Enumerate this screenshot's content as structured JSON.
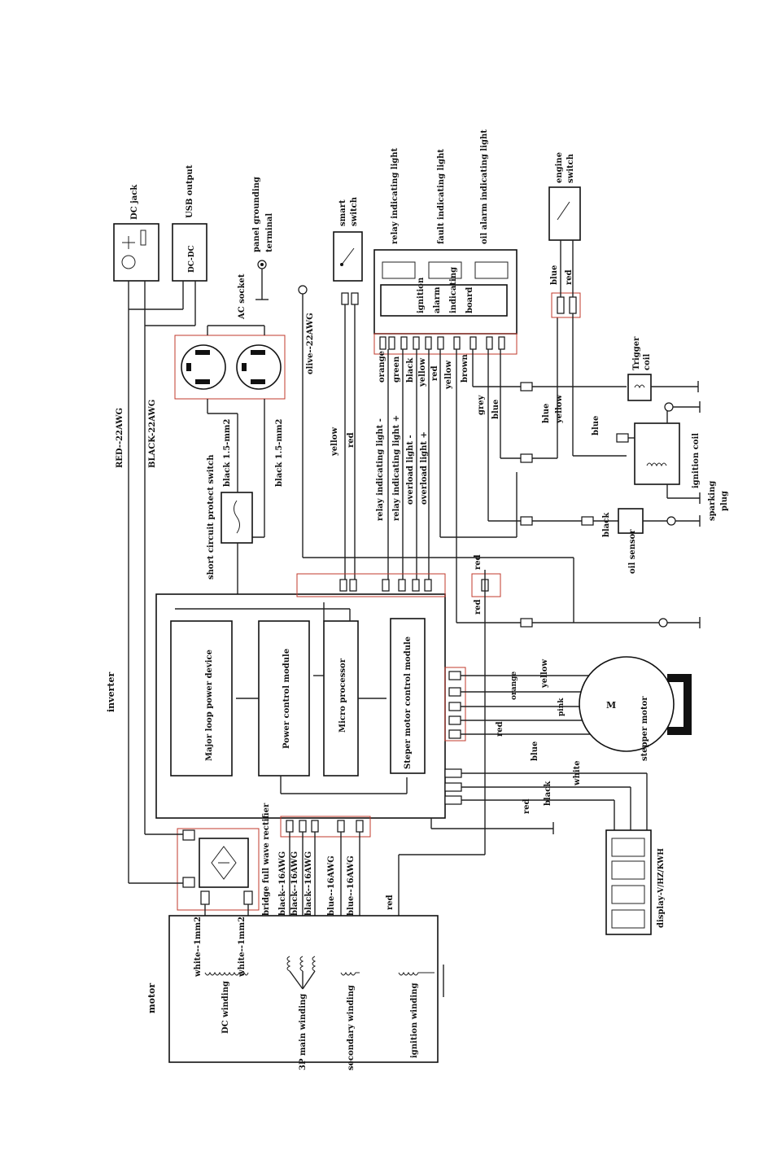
{
  "labels": {
    "dc_jack": "DC jack",
    "usb_output": "USB output",
    "dc_dc": "DC-DC",
    "panel_grounding": "panel grounding",
    "terminal": "terminal",
    "ac_socket": "AC socket",
    "smart": "smart",
    "switch": "switch",
    "relay_light": "relay indicating light",
    "fault_light": "fault indicating light",
    "oil_alarm_light": "oil alarm indicating light",
    "engine": "engine",
    "engine_switch": "switch",
    "ignition": "ignition",
    "alarm": "alarm",
    "indicating": "indicating",
    "board": "board",
    "red_22": "RED--22AWG",
    "black_22": "BLACK-22AWG",
    "olive_22": "olive--22AWG",
    "black_15a": "black 1.5-mm2",
    "black_15b": "black 1.5-mm2",
    "short_circuit": "short circuit protect switch",
    "yellow": "yellow",
    "red": "red",
    "relay_minus": "relay indicating light -",
    "relay_plus": "relay indicating light +",
    "overload_minus": "overload light -",
    "overload_plus": "overload light +",
    "orange": "orange",
    "green": "green",
    "black": "black",
    "brown": "brown",
    "grey": "grey",
    "blue": "blue",
    "trigger": "Trigger",
    "coil": "coil",
    "ignition_coil": "ignition coil",
    "sparking": "sparking",
    "plug": "plug",
    "oil_sensor": "oil sensor",
    "inverter": "inverter",
    "major_loop": "Major loop power device",
    "power_control": "Power control module",
    "micro_processor": "Micro processor",
    "stepper_control": "Steper motor control module",
    "pink": "pink",
    "white": "white",
    "stepper_motor": "stepper motor",
    "m": "M",
    "display": "display",
    "display_unit": "-V/HZ/KWH",
    "bridge": "bridge full wave rectifier",
    "black_16a": "black--16AWG",
    "black_16b": "black--16AWG",
    "black_16c": "black--16AWG",
    "blue_16a": "blue--16AWG",
    "blue_16b": "blue--16AWG",
    "white_1a": "white--1mm2",
    "white_1b": "white--1mm2",
    "motor": "motor",
    "dc_winding": "DC winding",
    "main_winding": "3P main winding",
    "secondary_winding": "secondary winding",
    "ignition_winding": "ignition winding"
  }
}
